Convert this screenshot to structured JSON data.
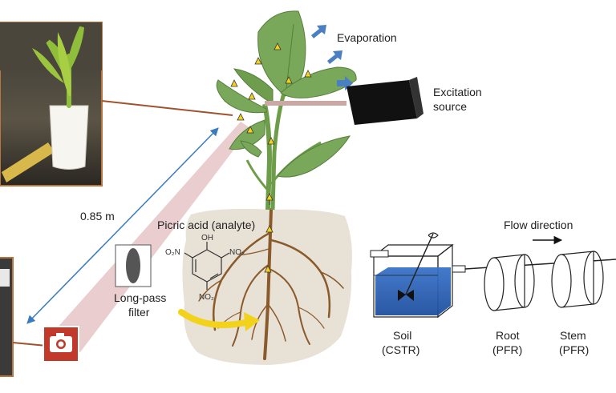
{
  "labels": {
    "evaporation": "Evaporation",
    "excitation_line1": "Excitation",
    "excitation_line2": "source",
    "distance": "0.85 m",
    "picric_acid": "Picric acid (analyte)",
    "filter_line1": "Long-pass",
    "filter_line2": "filter",
    "flow_direction": "Flow direction",
    "soil_line1": "Soil",
    "soil_line2": "(CSTR)",
    "root_line1": "Root",
    "root_line2": "(PFR)",
    "stem_line1": "Stem",
    "stem_line2": "(PFR)"
  },
  "molecule": {
    "oh": "OH",
    "no2_left": "O₂N",
    "no2_right": "NO₂",
    "no2_bottom": "NO₂"
  },
  "icons": {
    "camera": "camera-icon",
    "evaporation_arrow": "arrow-up-right-icon",
    "flow_arrow": "arrow-right-icon"
  },
  "colors": {
    "leaf": "#79a85a",
    "leaf_dark": "#557e3b",
    "root": "#8b5a2b",
    "soil": "#e8e1d6",
    "water": "#2e63b8",
    "evap_arrow": "#4a7fc1",
    "camera_red": "#c0392b",
    "cone_pink": "#d9a4a6",
    "leader_brown": "#a0522d",
    "distance_line": "#3a7bbf",
    "arrow_yellow": "#f2d21b"
  }
}
